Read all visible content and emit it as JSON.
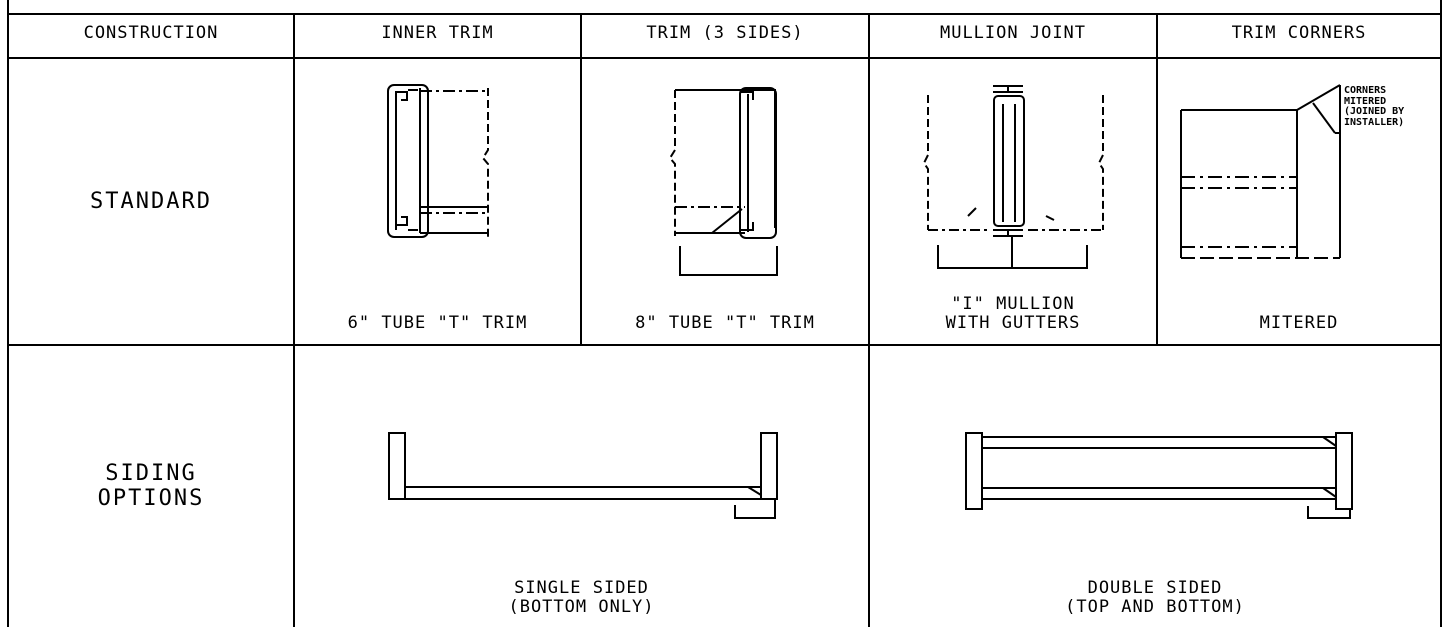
{
  "headers": {
    "construction": "CONSTRUCTION",
    "inner_trim": "INNER TRIM",
    "trim_3_sides": "TRIM (3 SIDES)",
    "mullion_joint": "MULLION JOINT",
    "trim_corners": "TRIM CORNERS"
  },
  "rows": {
    "standard": "STANDARD",
    "siding_options": "SIDING\nOPTIONS"
  },
  "captions": {
    "inner_trim": "6\" TUBE \"T\" TRIM",
    "trim_3_sides": "8\" TUBE \"T\" TRIM",
    "mullion_joint": "\"I\" MULLION\nWITH GUTTERS",
    "trim_corners": "MITERED",
    "single_sided": "SINGLE SIDED\n(BOTTOM ONLY)",
    "double_sided": "DOUBLE SIDED\n(TOP AND BOTTOM)"
  },
  "notes": {
    "corners_mitered": "CORNERS\nMITERED\n(JOINED BY\nINSTALLER)"
  }
}
